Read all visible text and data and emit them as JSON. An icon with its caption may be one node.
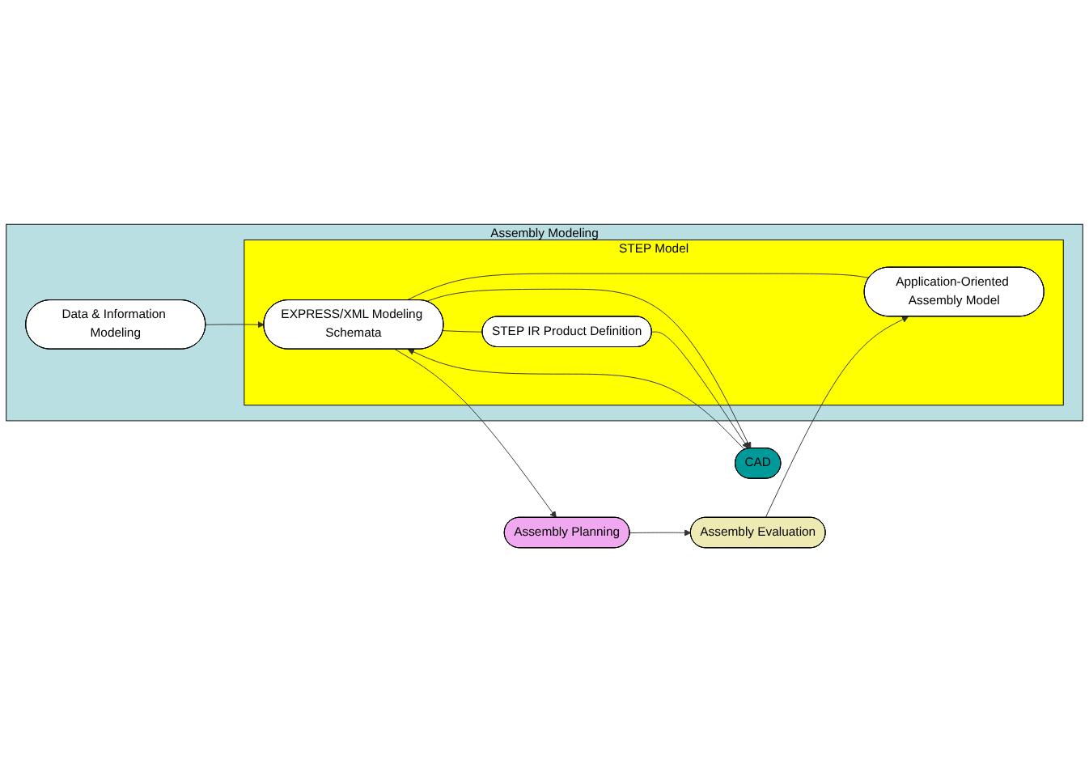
{
  "diagram": {
    "nodes": [
      {
        "text": [
          "Assembly Modeling"
        ]
      },
      {
        "text": [
          "Data & Information Modeling"
        ],
        "in": 0
      },
      {
        "text": [
          "STEP Model"
        ],
        "in": 0
      },
      {
        "text": [
          "EXPRESS/XML Modeling Schemata"
        ],
        "in": 2
      },
      {
        "text": [
          "STEP IR Product Definition"
        ],
        "in": 2
      },
      {
        "text": [
          "Application-Oriented Assembly Model"
        ],
        "in": 2
      },
      {
        "text": [
          "CAD"
        ]
      },
      {
        "text": [
          "Assembly Planning"
        ]
      },
      {
        "text": [
          "Assembly Evaluation"
        ]
      }
    ],
    "edges": [
      {
        "from": 1,
        "to": 3,
        "arrow": "to"
      },
      {
        "from": 3,
        "to": 6,
        "arrow": "to"
      },
      {
        "from": 6,
        "to": 3,
        "arrow": "to"
      },
      {
        "from": 3,
        "to": 7,
        "arrow": "to"
      },
      {
        "from": 3,
        "to": 4,
        "arrow": "none"
      },
      {
        "from": 3,
        "to": 5,
        "arrow": "none"
      },
      {
        "from": 4,
        "to": 6,
        "arrow": "to"
      },
      {
        "from": 7,
        "to": 8,
        "arrow": "to"
      },
      {
        "from": 8,
        "to": 5,
        "arrow": "to"
      }
    ]
  }
}
